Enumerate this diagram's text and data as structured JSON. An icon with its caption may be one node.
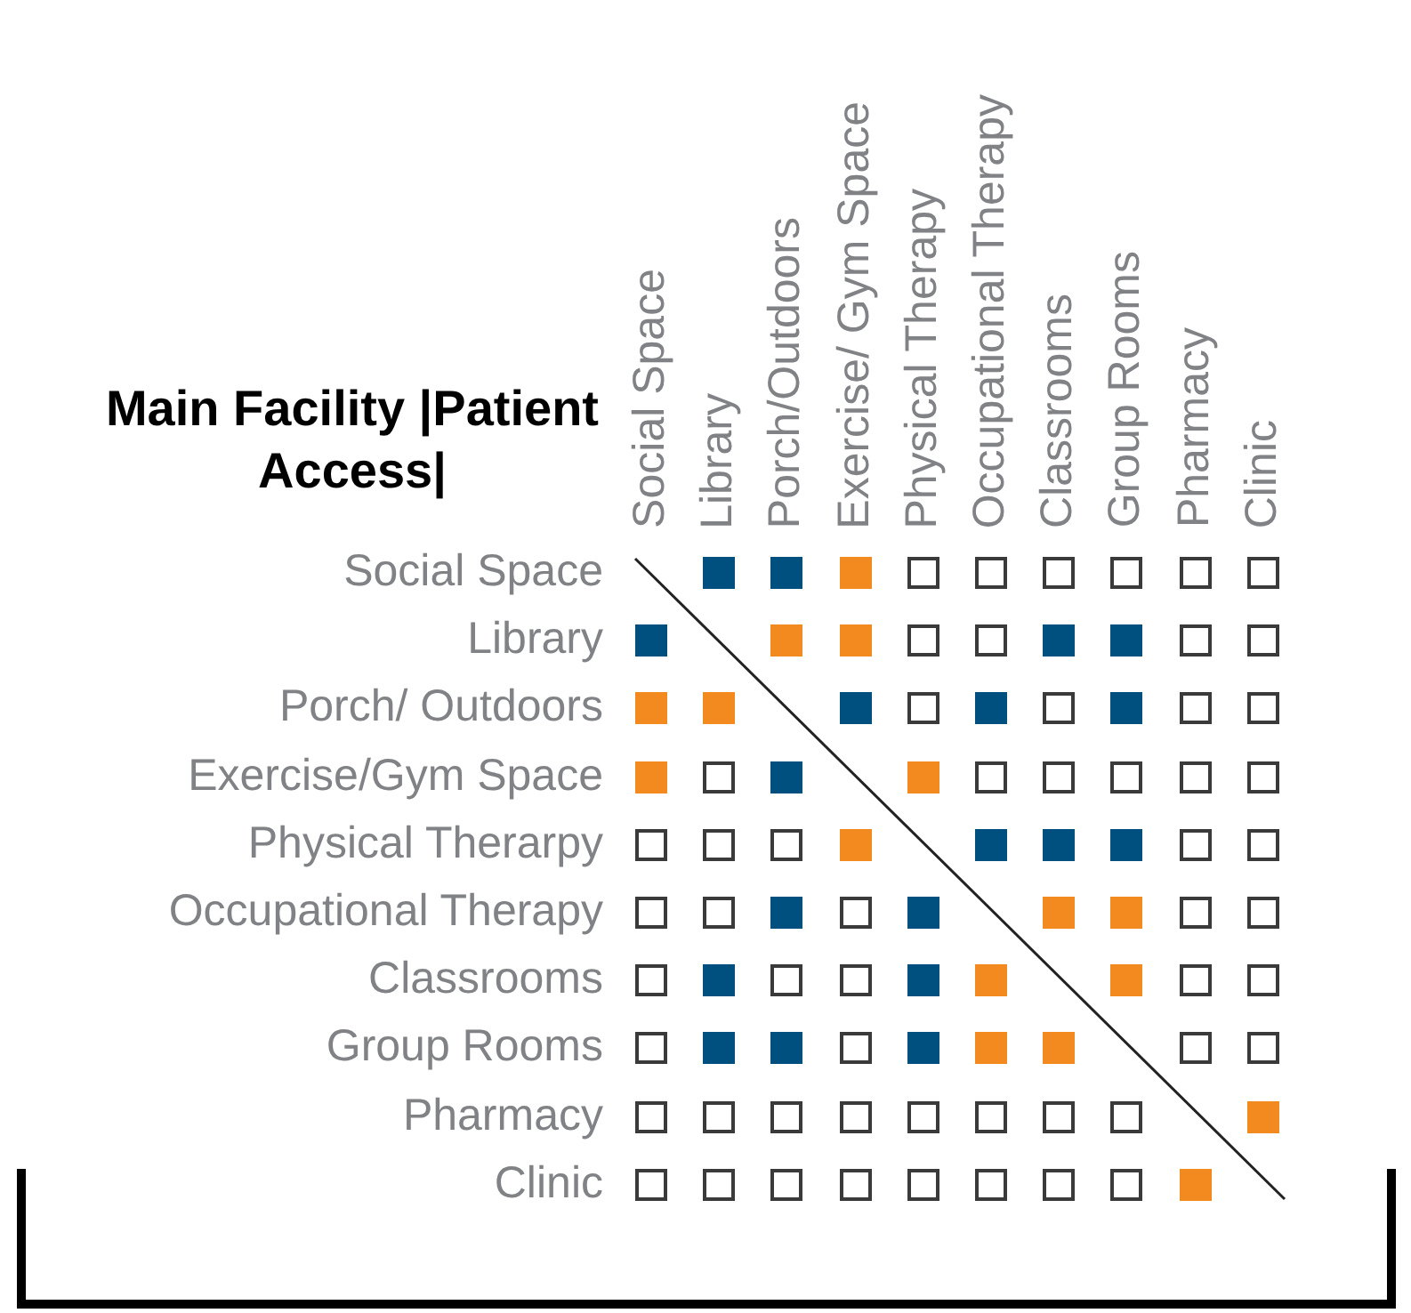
{
  "diagram": {
    "title": "Main Facility |Patient Access|",
    "nodes": [
      {
        "text": [],
        "shape": "box"
      },
      {
        "text": [],
        "shape": "box"
      },
      {
        "text": [],
        "shape": "box"
      },
      {
        "text": [],
        "shape": "box"
      },
      {
        "text": [],
        "shape": "box"
      },
      {
        "text": [],
        "shape": "box"
      },
      {
        "text": [],
        "shape": "box"
      },
      {
        "text": [],
        "shape": "box"
      },
      {
        "text": [],
        "shape": "box"
      },
      {
        "text": [],
        "shape": "box"
      },
      {
        "text": [],
        "shape": "box"
      },
      {
        "text": [],
        "shape": "box"
      },
      {
        "text": [],
        "shape": "box"
      },
      {
        "text": [],
        "shape": "box"
      },
      {
        "text": [],
        "shape": "box"
      },
      {
        "text": [],
        "shape": "box"
      },
      {
        "text": [],
        "shape": "box"
      },
      {
        "text": [],
        "shape": "box"
      },
      {
        "text": [],
        "shape": "box"
      },
      {
        "text": [],
        "shape": "box"
      },
      {
        "text": [],
        "shape": "box"
      },
      {
        "text": [],
        "shape": "box"
      },
      {
        "text": [],
        "shape": "box"
      },
      {
        "text": [],
        "shape": "box"
      },
      {
        "text": [],
        "shape": "box"
      },
      {
        "text": [],
        "shape": "box"
      },
      {
        "text": [],
        "shape": "box"
      },
      {
        "text": [],
        "shape": "box"
      },
      {
        "text": [],
        "shape": "box"
      },
      {
        "text": [],
        "shape": "box"
      },
      {
        "text": [],
        "shape": "box"
      },
      {
        "text": [],
        "shape": "box"
      },
      {
        "text": [],
        "shape": "box"
      },
      {
        "text": [],
        "shape": "box"
      },
      {
        "text": [],
        "shape": "box"
      },
      {
        "text": [],
        "shape": "box"
      },
      {
        "text": [],
        "shape": "box"
      },
      {
        "text": [],
        "shape": "box"
      },
      {
        "text": [],
        "shape": "box"
      },
      {
        "text": [],
        "shape": "box"
      },
      {
        "text": [],
        "shape": "box"
      },
      {
        "text": [],
        "shape": "box"
      },
      {
        "text": [],
        "shape": "box"
      },
      {
        "text": [],
        "shape": "box"
      },
      {
        "text": [],
        "shape": "box"
      },
      {
        "text": [],
        "shape": "box"
      },
      {
        "text": [],
        "shape": "box"
      },
      {
        "text": [],
        "shape": "box"
      },
      {
        "text": [],
        "shape": "box"
      },
      {
        "text": [],
        "shape": "box"
      },
      {
        "text": [],
        "shape": "box"
      },
      {
        "text": [],
        "shape": "box"
      },
      {
        "text": [],
        "shape": "box"
      },
      {
        "text": [],
        "shape": "box"
      },
      {
        "text": [],
        "shape": "box"
      },
      {
        "text": [],
        "shape": "box"
      },
      {
        "text": [],
        "shape": "box"
      },
      {
        "text": [],
        "shape": "box"
      },
      {
        "text": [],
        "shape": "box"
      },
      {
        "text": [],
        "shape": "box"
      },
      {
        "text": [],
        "shape": "box"
      },
      {
        "text": [],
        "shape": "box"
      },
      {
        "text": [],
        "shape": "box"
      },
      {
        "text": [],
        "shape": "box"
      },
      {
        "text": [],
        "shape": "box"
      },
      {
        "text": [],
        "shape": "box"
      },
      {
        "text": [],
        "shape": "box"
      },
      {
        "text": [],
        "shape": "box"
      },
      {
        "text": [],
        "shape": "box"
      },
      {
        "text": [],
        "shape": "box"
      },
      {
        "text": [],
        "shape": "box"
      },
      {
        "text": [],
        "shape": "box"
      },
      {
        "text": [],
        "shape": "box"
      },
      {
        "text": [],
        "shape": "box"
      },
      {
        "text": [],
        "shape": "box"
      },
      {
        "text": [],
        "shape": "box"
      },
      {
        "text": [],
        "shape": "box"
      },
      {
        "text": [],
        "shape": "box"
      },
      {
        "text": [],
        "shape": "box"
      },
      {
        "text": [],
        "shape": "box"
      },
      {
        "text": [],
        "shape": "box"
      },
      {
        "text": [],
        "shape": "box"
      },
      {
        "text": [],
        "shape": "box"
      },
      {
        "text": [],
        "shape": "box"
      },
      {
        "text": [],
        "shape": "box"
      },
      {
        "text": [],
        "shape": "box"
      },
      {
        "text": [],
        "shape": "box"
      },
      {
        "text": [],
        "shape": "box"
      },
      {
        "text": [],
        "shape": "box"
      },
      {
        "text": [],
        "shape": "box"
      }
    ],
    "labels": [
      "Social Space",
      "Library",
      "Porch/Outdoors",
      "Exercise/ Gym Space",
      "Physical Therapy",
      "Occupational Therapy",
      "Classrooms",
      "Group Rooms",
      "Pharmacy",
      "Clinic",
      "Social Space",
      "Library",
      "Porch/ Outdoors",
      "Exercise/Gym Space",
      "Physical Therarpy",
      "Occupational Therapy",
      "Classrooms",
      "Group Rooms",
      "Pharmacy",
      "Clinic"
    ]
  }
}
